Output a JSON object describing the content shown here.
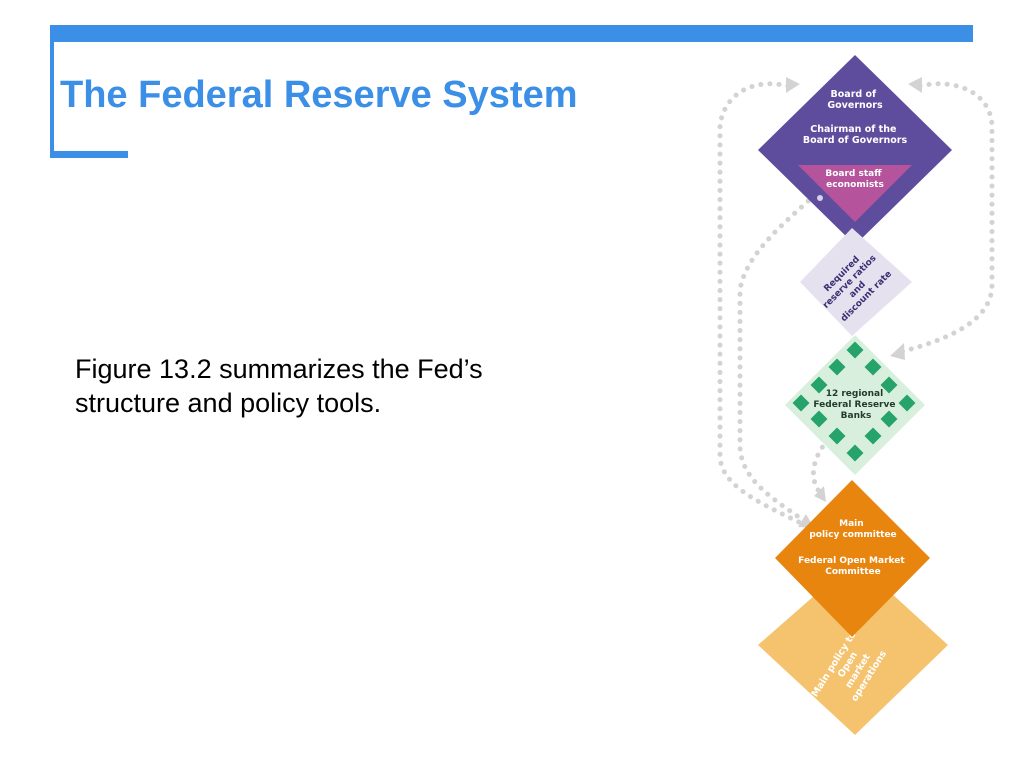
{
  "slide": {
    "title": "The Federal Reserve System",
    "body_lines": [
      "Figure 13.2 summarizes the Fed’s",
      "structure and policy tools."
    ]
  },
  "diagram": {
    "board": {
      "heading": [
        "Board of",
        "Governors"
      ],
      "chairman": [
        "Chairman of the",
        "Board of Governors"
      ],
      "staff": [
        "Board staff",
        "economists"
      ]
    },
    "reserve_tools": [
      "Required",
      "reserve ratios",
      "and",
      "discount rate"
    ],
    "regional_banks": [
      "12 regional",
      "Federal Reserve",
      "Banks"
    ],
    "fomc": {
      "heading": [
        "Main",
        "policy committee"
      ],
      "name": [
        "Federal Open Market",
        "Committee"
      ]
    },
    "main_tool": [
      "Main policy tool:",
      "Open",
      "market",
      "operations"
    ]
  },
  "colors": {
    "accent": "#3b8fe6",
    "board": "#5e4c9c",
    "staff": "#b5549c",
    "reserve_tools": "#e6e1ef",
    "banks": "#d9efdd",
    "bank_dots": "#25a36a",
    "fomc": "#e8850e",
    "main_tool": "#f5c36e",
    "arrows": "#d3d3d3"
  }
}
